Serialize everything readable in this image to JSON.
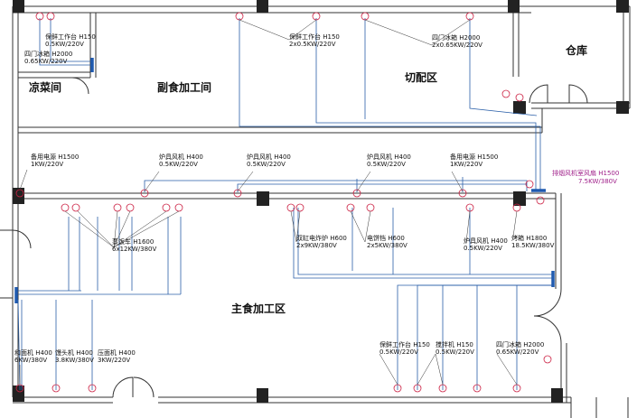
{
  "rooms": {
    "cold_dish": "凉菜间",
    "side_food": "副食加工间",
    "prep": "切配区",
    "storage": "仓库",
    "main_food": "主食加工区"
  },
  "equipment": [
    {
      "key": "e1",
      "name": "保鲜工作台  H150",
      "power": "0.5KW/220V"
    },
    {
      "key": "e2",
      "name": "四门冰箱  H2000",
      "power": "0.65KW/220V"
    },
    {
      "key": "e3",
      "name": "保鲜工作台  H150",
      "power": "2x0.5KW/220V"
    },
    {
      "key": "e4",
      "name": "四门冰箱  H2000",
      "power": "2x0.65KW/220V"
    },
    {
      "key": "e5",
      "name": "备用电源  H1500",
      "power": "1KW/220V"
    },
    {
      "key": "e6",
      "name": "炉具风机  H400",
      "power": "0.5KW/220V"
    },
    {
      "key": "e7",
      "name": "炉具风机  H400",
      "power": "0.5KW/220V"
    },
    {
      "key": "e8",
      "name": "炉具风机  H400",
      "power": "0.5KW/220V"
    },
    {
      "key": "e9",
      "name": "备用电源  H1500",
      "power": "1KW/220V"
    },
    {
      "key": "e10",
      "name": "排烟风机室风扇  H1500",
      "power": "7.5KW/380V"
    },
    {
      "key": "e11",
      "name": "蒸饭车  H1600",
      "power": "6x12KW/380V"
    },
    {
      "key": "e12",
      "name": "双缸电炸炉  H600",
      "power": "2x9KW/380V"
    },
    {
      "key": "e13",
      "name": "电饼铛  H600",
      "power": "2x5KW/380V"
    },
    {
      "key": "e14",
      "name": "炉具风机  H400",
      "power": "0.5KW/220V"
    },
    {
      "key": "e15",
      "name": "烤箱  H1800",
      "power": "18.5KW/380V"
    },
    {
      "key": "e16",
      "name": "和面机  H400",
      "power": "6KW/380V"
    },
    {
      "key": "e17",
      "name": "馒头机  H400",
      "power": "3.8KW/380V"
    },
    {
      "key": "e18",
      "name": "压面机  H400",
      "power": "3KW/220V"
    },
    {
      "key": "e19",
      "name": "保鲜工作台  H150",
      "power": "0.5KW/220V"
    },
    {
      "key": "e20",
      "name": "搅拌机  H150",
      "power": "0.5KW/220V"
    },
    {
      "key": "e21",
      "name": "四门冰箱  H2000",
      "power": "0.65KW/220V"
    }
  ],
  "colors": {
    "cable": "#2a5fa8",
    "trunk": "#1f5ab0",
    "outlet": "#cc2244",
    "highlight": "#a0208a",
    "wall": "#333333"
  }
}
